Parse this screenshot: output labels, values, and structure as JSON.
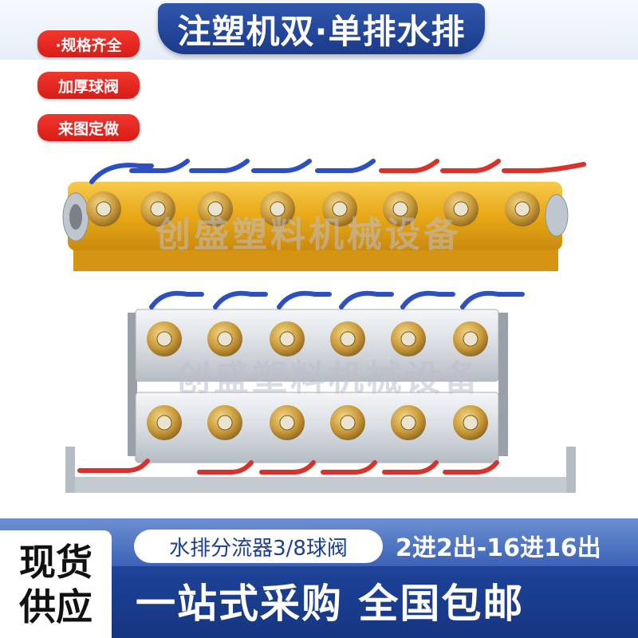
{
  "header": {
    "title": "注塑机双·单排水排"
  },
  "features": [
    "·规格齐全",
    "加厚球阀",
    "来图定做"
  ],
  "watermark": "创盛塑料机械设备",
  "footer": {
    "stock": [
      "现货",
      "供应"
    ],
    "spec": "水排分流器3/8球阀",
    "range": "2进2出-16进16出",
    "slogan": "一站式采购 全国包邮"
  },
  "colors": {
    "brand_blue": "#1b3f93",
    "tag_red": "#e3241d",
    "manifold_gold": "#e8a817",
    "manifold_silver": "#d9dde2",
    "brass": "#c99a3a",
    "handle_blue": "#2d4fc4",
    "handle_red": "#d8322a"
  }
}
